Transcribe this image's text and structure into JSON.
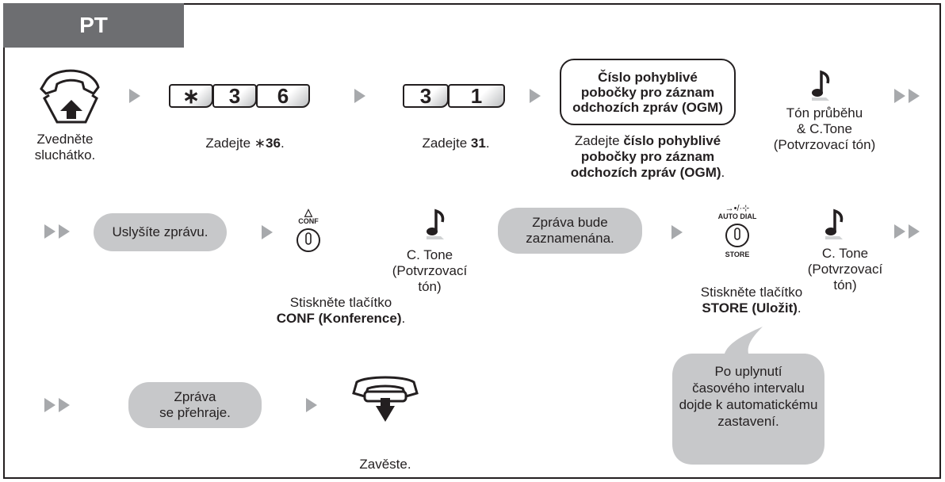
{
  "header": {
    "tab_label": "PT"
  },
  "row1": {
    "step1_line1": "Zvedněte",
    "step1_line2": "sluchátko.",
    "key_star": "∗",
    "key_3a": "3",
    "key_6": "6",
    "step2_prefix": "Zadejte ",
    "step2_star": "∗",
    "step2_bold": "36",
    "step2_suffix": ".",
    "key_3b": "3",
    "key_1": "1",
    "step3_prefix": "Zadejte ",
    "step3_bold": "31",
    "step3_suffix": ".",
    "oval_line1": "Číslo pohyblivé",
    "oval_line2": "pobočky pro záznam",
    "oval_line3": "odchozích zpráv (OGM)",
    "step4_line1_prefix": "Zadejte ",
    "step4_line1_bold": "číslo pohyblivé",
    "step4_line2": "pobočky pro záznam",
    "step4_line3_bold": "odchozích zpráv (OGM)",
    "step4_line3_suffix": ".",
    "tone1_line1": "Tón průběhu",
    "tone1_line2": "& C.Tone",
    "tone1_line3": "(Potvrzovací tón)"
  },
  "row2": {
    "bubble1": "Uslyšíte zprávu.",
    "conf_icon_label": "CONF",
    "tone2_line1": "C. Tone",
    "tone2_line2": "(Potvrzovací",
    "tone2_line3": "tón)",
    "conf_line1": "Stiskněte tlačítko",
    "conf_line2_bold": "CONF (Konference)",
    "conf_line2_suffix": ".",
    "bubble2_line1": "Zpráva bude",
    "bubble2_line2": "zaznamenána.",
    "autodial_top": "→•/·⊹",
    "autodial_label": "AUTO DIAL",
    "store_label": "STORE",
    "store_line1": "Stiskněte tlačítko",
    "store_line2_bold": "STORE (Uložit)",
    "store_line2_suffix": ".",
    "tone3_line1": "C. Tone",
    "tone3_line2": "(Potvrzovací",
    "tone3_line3": "tón)"
  },
  "row3": {
    "bubble3_line1": "Zpráva",
    "bubble3_line2": "se přehraje.",
    "hangup_label": "Zavěste.",
    "callout_line1": "Po uplynutí",
    "callout_line2": "časového intervalu",
    "callout_line3": "dojde k automatickému",
    "callout_line4": "zastavení."
  },
  "colors": {
    "tab_bg": "#6d6e71",
    "bubble_bg": "#c7c8ca",
    "arrow": "#a7a9ac",
    "ink": "#231f20"
  },
  "icons": [
    "handset-lift-icon",
    "music-note-icon",
    "conf-button-icon",
    "store-button-icon",
    "handset-hangup-icon"
  ]
}
